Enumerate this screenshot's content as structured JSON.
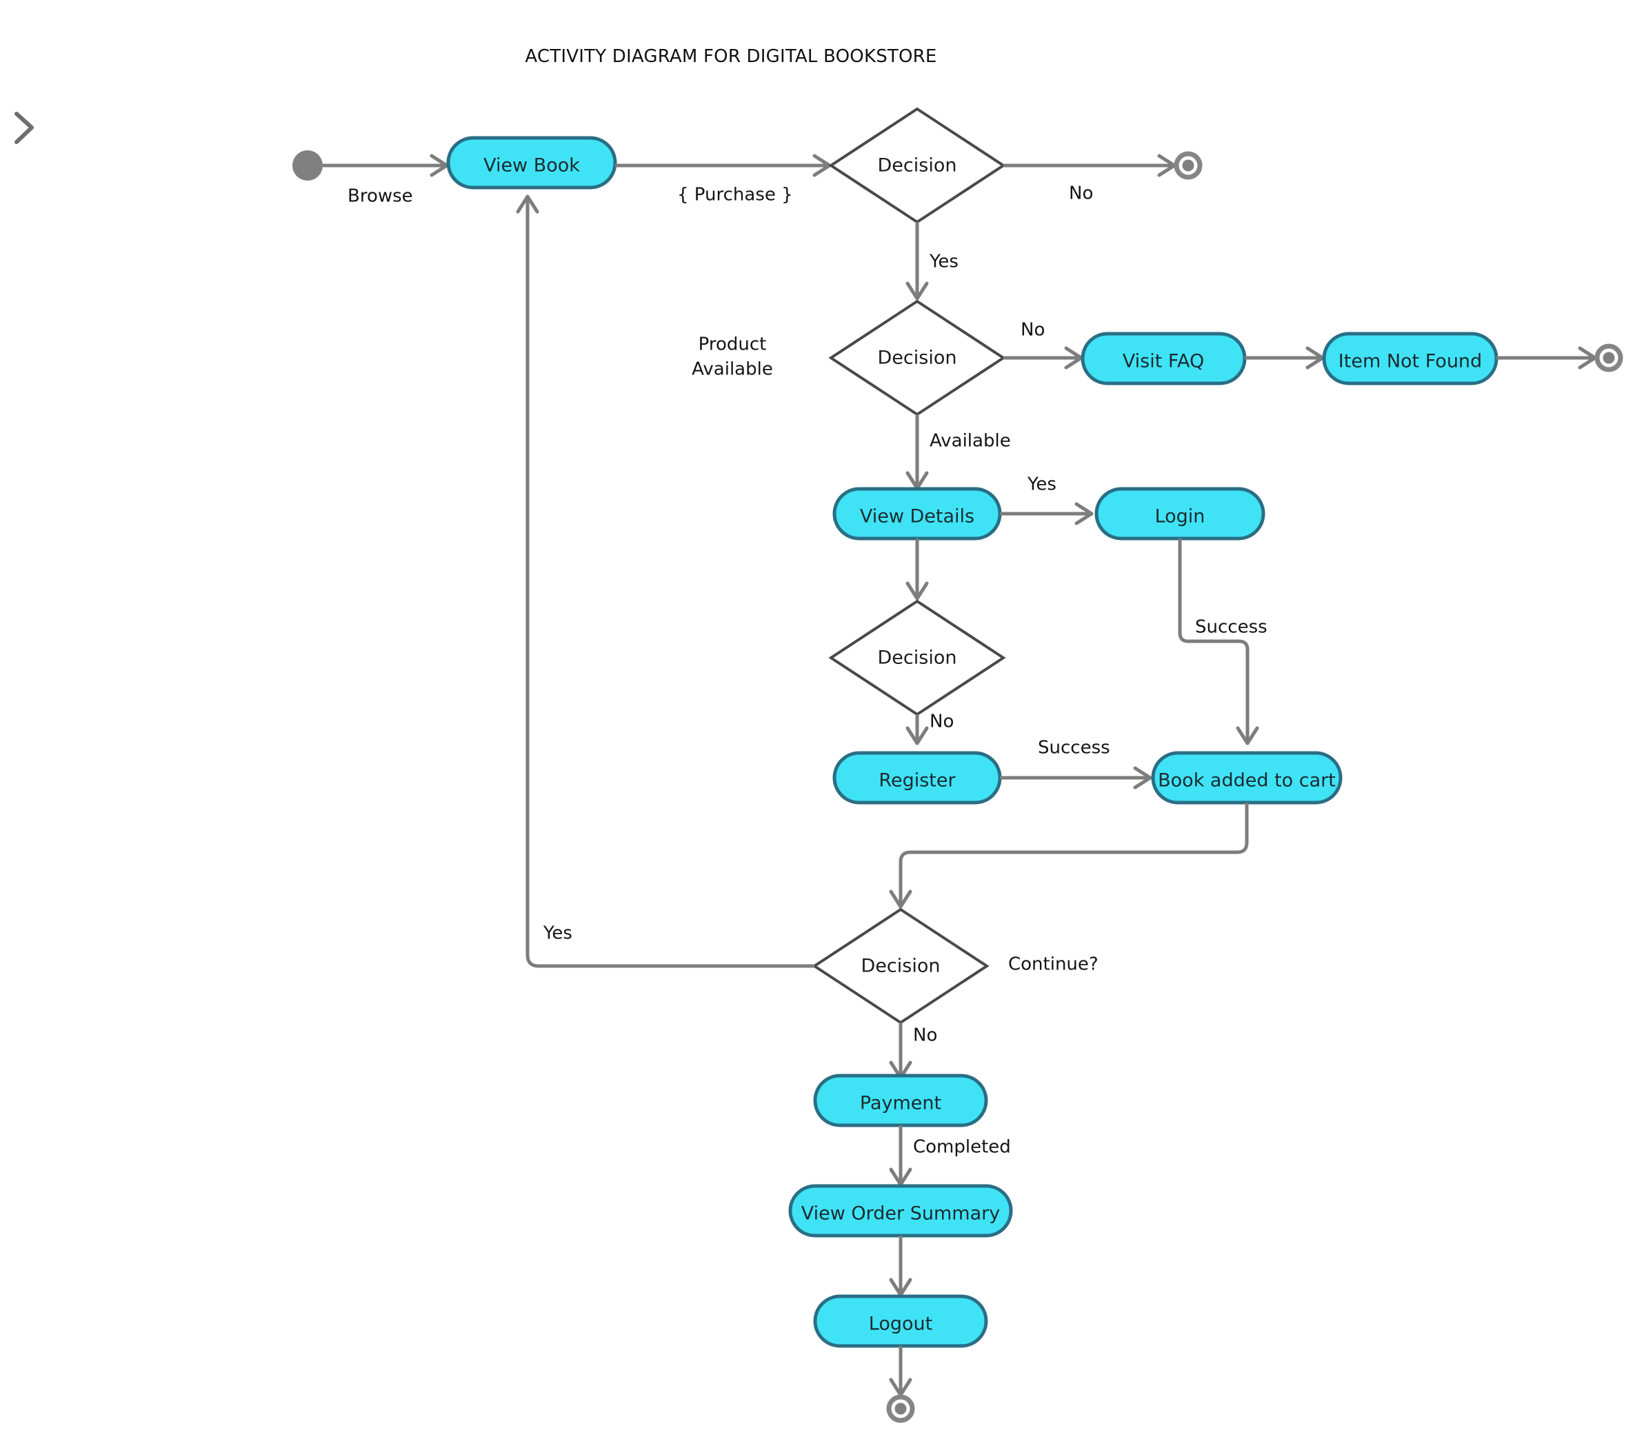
{
  "title": "ACTIVITY DIAGRAM FOR DIGITAL BOOKSTORE",
  "colors": {
    "node_fill": "#3FE3F5",
    "node_border": "#2A6E85",
    "decision_fill": "#FFFFFF",
    "decision_border": "#494949",
    "edge": "#7D7D7D",
    "start_node": "#808080",
    "end_node": "#858585",
    "text": "#141414",
    "background": "#FFFFFF"
  },
  "panel_toggle": {
    "icon": "chevron-right-icon",
    "label": ""
  },
  "chart_data": {
    "type": "diagram",
    "diagram_type": "uml-activity-diagram",
    "title": "ACTIVITY DIAGRAM FOR DIGITAL BOOKSTORE",
    "nodes": [
      {
        "id": "start",
        "type": "initial-node",
        "label": ""
      },
      {
        "id": "view-book",
        "type": "activity",
        "label": "View Book"
      },
      {
        "id": "decision-purchase",
        "type": "decision",
        "label": "Decision"
      },
      {
        "id": "end-no-purchase",
        "type": "final-node",
        "label": ""
      },
      {
        "id": "decision-product-available",
        "type": "decision",
        "label": "Decision"
      },
      {
        "id": "visit-faq",
        "type": "activity",
        "label": "Visit FAQ"
      },
      {
        "id": "item-not-found",
        "type": "activity",
        "label": "Item Not Found"
      },
      {
        "id": "end-item-not-found",
        "type": "final-node",
        "label": ""
      },
      {
        "id": "view-details",
        "type": "activity",
        "label": "View Details"
      },
      {
        "id": "login",
        "type": "activity",
        "label": "Login"
      },
      {
        "id": "decision-registered",
        "type": "decision",
        "label": "Decision"
      },
      {
        "id": "register",
        "type": "activity",
        "label": "Register"
      },
      {
        "id": "book-added-to-cart",
        "type": "activity",
        "label": "Book added to cart"
      },
      {
        "id": "decision-continue",
        "type": "decision",
        "label": "Decision"
      },
      {
        "id": "payment",
        "type": "activity",
        "label": "Payment"
      },
      {
        "id": "view-order-summary",
        "type": "activity",
        "label": "View Order Summary"
      },
      {
        "id": "logout",
        "type": "activity",
        "label": "Logout"
      },
      {
        "id": "end-final",
        "type": "final-node",
        "label": ""
      }
    ],
    "edges": [
      {
        "from": "start",
        "to": "view-book",
        "label": "Browse"
      },
      {
        "from": "view-book",
        "to": "decision-purchase",
        "label": "{ Purchase }"
      },
      {
        "from": "decision-purchase",
        "to": "end-no-purchase",
        "label": "No"
      },
      {
        "from": "decision-purchase",
        "to": "decision-product-available",
        "label": "Yes"
      },
      {
        "from": "decision-product-available",
        "to": "visit-faq",
        "label": "No"
      },
      {
        "from": "decision-product-available",
        "to": "view-details",
        "label": "Available"
      },
      {
        "from": "decision-product-available",
        "to": "decision-product-available",
        "label": "Product Available"
      },
      {
        "from": "visit-faq",
        "to": "item-not-found",
        "label": ""
      },
      {
        "from": "item-not-found",
        "to": "end-item-not-found",
        "label": ""
      },
      {
        "from": "view-details",
        "to": "login",
        "label": "Yes"
      },
      {
        "from": "view-details",
        "to": "decision-registered",
        "label": ""
      },
      {
        "from": "login",
        "to": "book-added-to-cart",
        "label": "Success"
      },
      {
        "from": "decision-registered",
        "to": "register",
        "label": "No"
      },
      {
        "from": "register",
        "to": "book-added-to-cart",
        "label": "Success"
      },
      {
        "from": "book-added-to-cart",
        "to": "decision-continue",
        "label": ""
      },
      {
        "from": "decision-continue",
        "to": "view-book",
        "label": "Yes"
      },
      {
        "from": "decision-continue",
        "to": "payment",
        "label": "No"
      },
      {
        "from": "decision-continue",
        "to": "decision-continue",
        "label": "Continue?"
      },
      {
        "from": "payment",
        "to": "view-order-summary",
        "label": "Completed"
      },
      {
        "from": "view-order-summary",
        "to": "logout",
        "label": ""
      },
      {
        "from": "logout",
        "to": "end-final",
        "label": ""
      }
    ]
  },
  "nodes": {
    "view_book": "View Book",
    "decision_purchase": "Decision",
    "decision_product_available": "Decision",
    "visit_faq": "Visit FAQ",
    "item_not_found": "Item Not Found",
    "view_details": "View Details",
    "login": "Login",
    "decision_registered": "Decision",
    "register": "Register",
    "book_added_to_cart": "Book added to cart",
    "decision_continue": "Decision",
    "payment": "Payment",
    "view_order_summary": "View Order Summary",
    "logout": "Logout"
  },
  "edge_labels": {
    "browse": "Browse",
    "purchase": "{ Purchase }",
    "no_purchase": "No",
    "yes_purchase": "Yes",
    "product_available_line1": "Product",
    "product_available_line2": "Available",
    "no_available": "No",
    "available": "Available",
    "yes_login": "Yes",
    "login_success": "Success",
    "registered_no": "No",
    "register_success": "Success",
    "continue_yes": "Yes",
    "continue_question": "Continue?",
    "continue_no": "No",
    "payment_completed": "Completed"
  }
}
